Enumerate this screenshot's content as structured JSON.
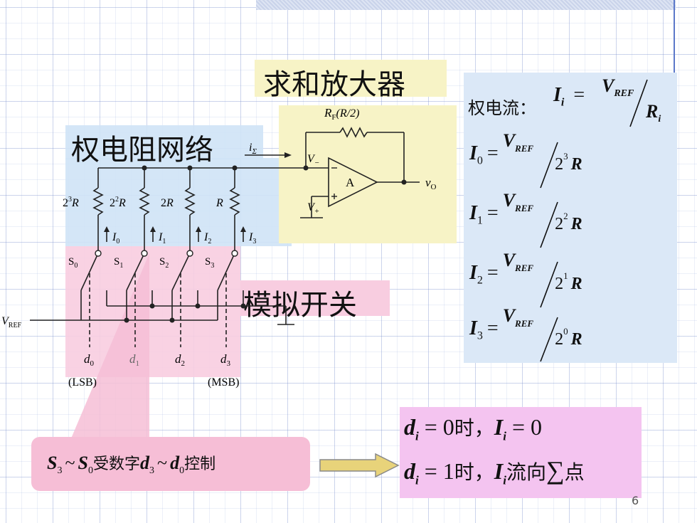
{
  "labels": {
    "summing_amp": "求和放大器",
    "weighted_network": "权电阻网络",
    "analog_switch": "模拟开关",
    "weighted_current_prefix": "权电流：",
    "control_prefix": "受数字",
    "control_suffix": "控制",
    "rule_zero_time": "时，",
    "rule_one_time": "时，",
    "rule_flow": "流向",
    "rule_point": "点",
    "page_number": "6"
  },
  "circuit": {
    "rf_label": "R",
    "rf_sub": "F",
    "rf_value": "(R/2)",
    "i_sigma": "i",
    "i_sigma_sub": "Σ",
    "v_minus": "V",
    "v_minus_sub": "−",
    "v_plus": "V",
    "v_plus_sub": "+",
    "amp": "A",
    "vo": "v",
    "vo_sub": "O",
    "vref": "V",
    "vref_sub": "REF",
    "resistors": [
      {
        "coef": "2",
        "exp": "3",
        "unit": "R"
      },
      {
        "coef": "2",
        "exp": "2",
        "unit": "R"
      },
      {
        "coef": "2",
        "exp": "",
        "unit": "R"
      },
      {
        "coef": "",
        "exp": "",
        "unit": "R"
      }
    ],
    "currents": [
      "I",
      "I",
      "I",
      "I"
    ],
    "current_subs": [
      "0",
      "1",
      "2",
      "3"
    ],
    "switches": [
      "S",
      "S",
      "S",
      "S"
    ],
    "switch_subs": [
      "0",
      "1",
      "2",
      "3"
    ],
    "digits": [
      "d",
      "d",
      "d",
      "d"
    ],
    "digit_subs": [
      "0",
      "1",
      "2",
      "3"
    ],
    "lsb": "(LSB)",
    "msb": "(MSB)"
  },
  "formulas": {
    "i_generic": {
      "lhs": "I",
      "lhs_sub": "i",
      "num": "V",
      "num_sub": "REF",
      "den": "R",
      "den_sub": "i"
    },
    "rows": [
      {
        "lhs": "I",
        "sub": "0",
        "num": "V",
        "num_sub": "REF",
        "base": "2",
        "exp": "3",
        "r": "R"
      },
      {
        "lhs": "I",
        "sub": "1",
        "num": "V",
        "num_sub": "REF",
        "base": "2",
        "exp": "2",
        "r": "R"
      },
      {
        "lhs": "I",
        "sub": "2",
        "num": "V",
        "num_sub": "REF",
        "base": "2",
        "exp": "1",
        "r": "R"
      },
      {
        "lhs": "I",
        "sub": "3",
        "num": "V",
        "num_sub": "REF",
        "base": "2",
        "exp": "0",
        "r": "R"
      }
    ],
    "eq": "=",
    "control": {
      "s_hi": "S",
      "s_hi_sub": "3",
      "tilde": "~",
      "s_lo": "S",
      "s_lo_sub": "0",
      "d_hi": "d",
      "d_hi_sub": "3",
      "d_lo": "d",
      "d_lo_sub": "0"
    },
    "rule1": {
      "d": "d",
      "d_sub": "i",
      "val": "0",
      "i": "I",
      "i_sub": "i",
      "ival": "0"
    },
    "rule2": {
      "d": "d",
      "d_sub": "i",
      "val": "1",
      "i": "I",
      "i_sub": "i",
      "sigma": "∑"
    }
  },
  "colors": {
    "blue_box": "#cfe3f6",
    "yellow_box": "#f7f3c6",
    "pink_box": "#f8cde0",
    "formula_panel": "#dbe8f7",
    "magenta_box": "#f4c4f0",
    "callout": "#f6bed6",
    "arrow": "#e8d37a"
  }
}
